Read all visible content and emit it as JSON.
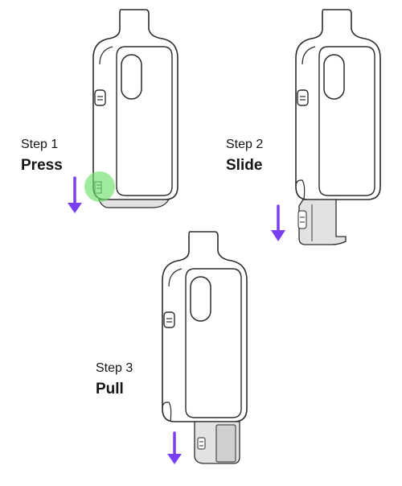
{
  "steps": [
    {
      "number_label": "Step 1",
      "action_label": "Press"
    },
    {
      "number_label": "Step 2",
      "action_label": "Slide"
    },
    {
      "number_label": "Step 3",
      "action_label": "Pull"
    }
  ],
  "colors": {
    "outline": "#2b2b2b",
    "arrow": "#7a3ff0",
    "press_highlight": "#6fe06a",
    "cartridge_fill": "#e2e2e2"
  },
  "icons": [
    "down-arrow-icon",
    "press-point-icon"
  ]
}
